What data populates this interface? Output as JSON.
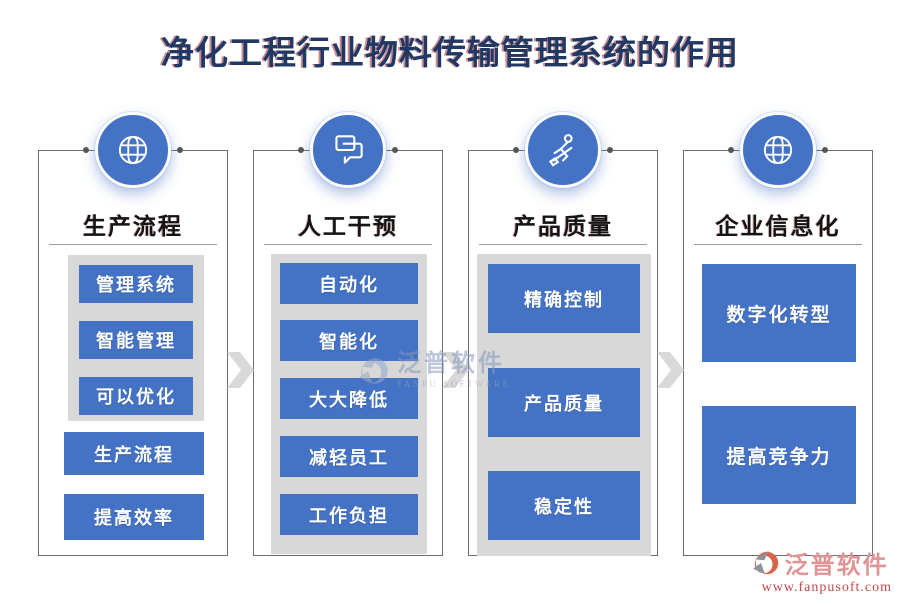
{
  "title": "净化工程行业物料传输管理系统的作用",
  "columns": [
    {
      "header": "生产流程",
      "icon": "globe-icon",
      "panel_items": [
        "管理系统",
        "智能管理",
        "可以优化"
      ],
      "footer_items": [
        "生产流程",
        "提高效率"
      ]
    },
    {
      "header": "人工干预",
      "icon": "chat-bubbles-icon",
      "panel_items": [
        "自动化",
        "智能化",
        "大大降低",
        "减轻员工",
        "工作负担"
      ],
      "footer_items": []
    },
    {
      "header": "产品质量",
      "icon": "rowing-person-icon",
      "panel_items": [
        "精确控制",
        "产品质量",
        "稳定性"
      ],
      "footer_items": []
    },
    {
      "header": "企业信息化",
      "icon": "globe-icon",
      "panel_items": [],
      "footer_items": [
        "数字化转型",
        "提高竞争力"
      ]
    }
  ],
  "watermark": {
    "name_cn": "泛普软件",
    "name_en": "FANPU SOFTWARE"
  },
  "brand": {
    "name_cn": "泛普软件",
    "url": "www.fanpusoft.com"
  },
  "colors": {
    "accent_blue": "#4472C4",
    "panel_gray": "#D8D8D8",
    "title_navy": "#1F3864",
    "brand_red": "#C54A4A",
    "chevron_gray": "#D9D9D9"
  }
}
